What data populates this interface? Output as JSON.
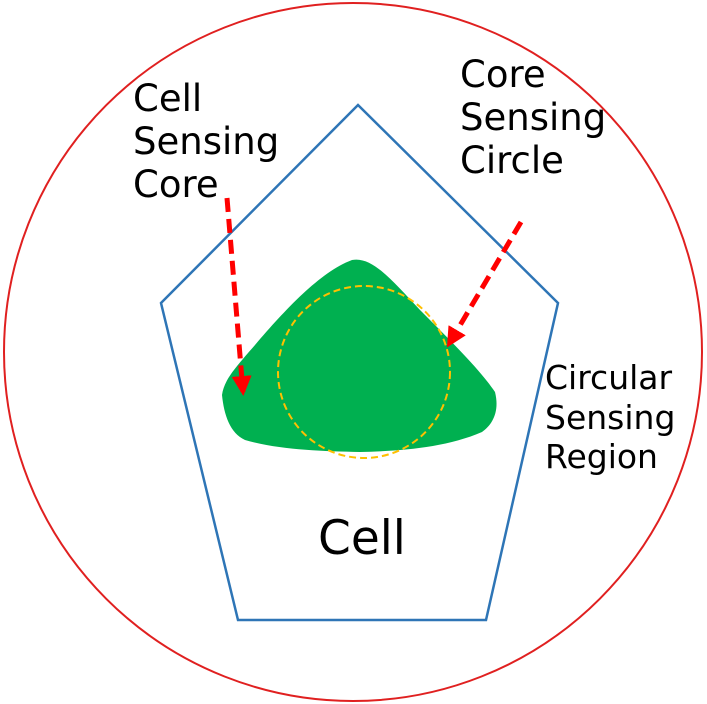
{
  "labels": {
    "cell_sensing_core": [
      "Cell",
      "Sensing",
      "Core"
    ],
    "core_sensing_circle": [
      "Core",
      "Sensing",
      "Circle"
    ],
    "circular_sensing_region": [
      "Circular",
      "Sensing",
      "Region"
    ],
    "cell": "Cell"
  },
  "colors": {
    "sensing_region_outline": "#e02020",
    "cell_outline": "#2e75b6",
    "core_fill": "#00b050",
    "core_circle_outline": "#ffc000",
    "arrow": "#ff0000"
  }
}
